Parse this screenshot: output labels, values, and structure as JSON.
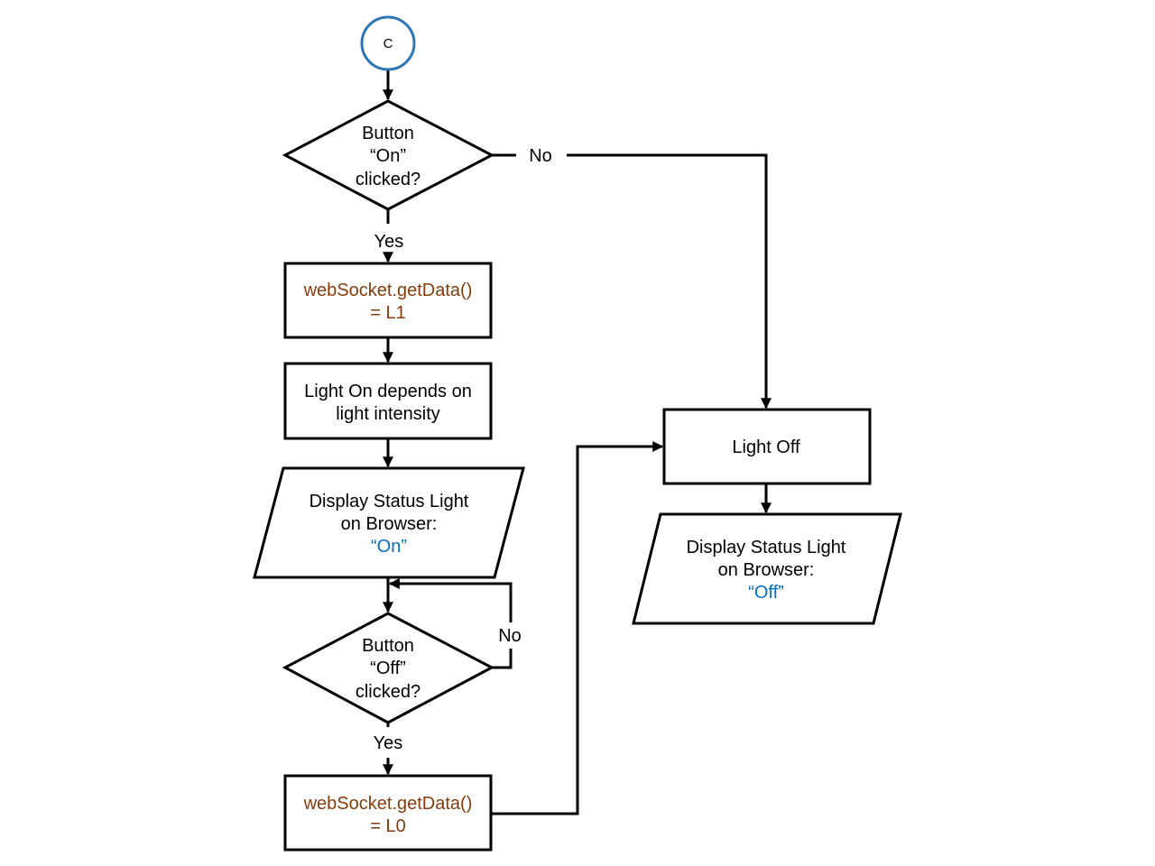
{
  "connector": {
    "label": "C",
    "color": "#2e75b6"
  },
  "colors": {
    "code_text": "#843c0c",
    "status_value": "#0070c0",
    "line": "#000000"
  },
  "decision_on": {
    "lines": [
      "Button",
      "“On”",
      "clicked?"
    ]
  },
  "decision_off": {
    "lines": [
      "Button",
      "“Off”",
      "clicked?"
    ]
  },
  "process_get_l1": {
    "lines": [
      "webSocket.getData()",
      "= L1"
    ]
  },
  "process_light_on": {
    "lines": [
      "Light On depends on",
      "light intensity"
    ]
  },
  "io_status_on": {
    "lines": [
      "Display Status Light",
      "on Browser:"
    ],
    "value": "“On”"
  },
  "process_get_l0": {
    "lines": [
      "webSocket.getData()",
      "= L0"
    ]
  },
  "process_light_off": {
    "label": "Light Off"
  },
  "io_status_off": {
    "lines": [
      "Display Status Light",
      "on Browser:"
    ],
    "value": "“Off”"
  },
  "edge_labels": {
    "on_yes": "Yes",
    "on_no": "No",
    "off_yes": "Yes",
    "off_no": "No"
  }
}
